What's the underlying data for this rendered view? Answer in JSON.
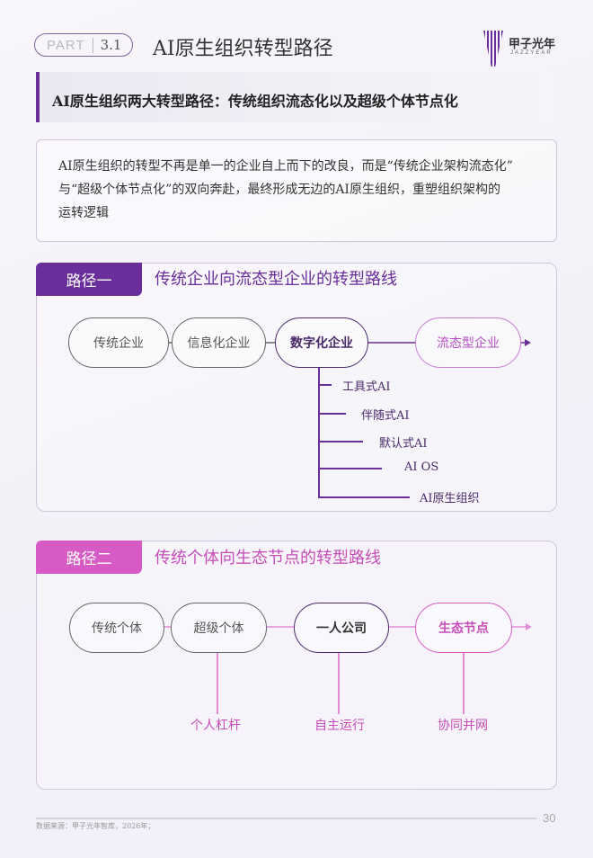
{
  "header": {
    "part_label": "PART",
    "part_number": "3.1",
    "title": "AI原生组织转型路径",
    "logo_cn": "甲子光年",
    "logo_en": "JAZZYEAR"
  },
  "subtitle": "AI原生组织两大转型路径：传统组织流态化以及超级个体节点化",
  "summary": {
    "lines": [
      "AI原生组织的转型不再是单一的企业自上而下的改良，而是“传统企业架构流态化”",
      "与“超级个体节点化”的双向奔赴，最终形成无边的AI原生组织，重塑组织架构的",
      "运转逻辑"
    ]
  },
  "path1": {
    "tab": "路径一",
    "title": "传统企业向流态型企业的转型路线",
    "color": "#6a2e9a",
    "stages": [
      "传统企业",
      "信息化企业",
      "数字化企业",
      "流态型企业"
    ],
    "branches": [
      "工具式AI",
      "伴随式AI",
      "默认式AI",
      "AI OS",
      "AI原生组织"
    ]
  },
  "path2": {
    "tab": "路径二",
    "title": "传统个体向生态节点的转型路线",
    "color": "#d65bc4",
    "stages": [
      "传统个体",
      "超级个体",
      "一人公司",
      "生态节点"
    ],
    "branches": [
      "个人杠杆",
      "自主运行",
      "协同并网"
    ]
  },
  "footer": {
    "source": "数据来源：甲子光年智库，2026年；",
    "page": "30"
  }
}
